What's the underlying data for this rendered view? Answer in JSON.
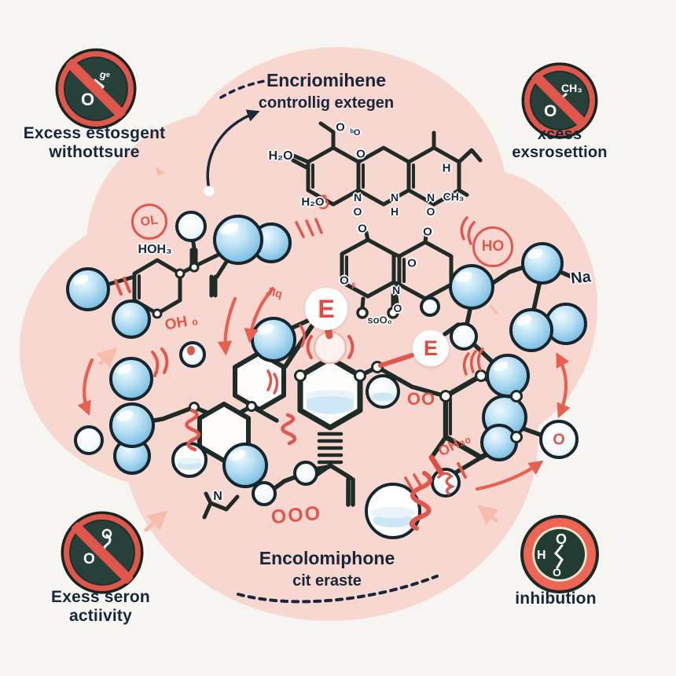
{
  "colors": {
    "background": "#f6f5f1",
    "blob_pink": "#f8d7d0",
    "bond_dark": "#1e2b26",
    "accent_red": "#e2574c",
    "text_navy": "#17263b",
    "sphere_blue": "#8cc8e8",
    "sign_red": "#e0564a",
    "sign_dark": "#27413a"
  },
  "signs": {
    "top_left": {
      "icon_o": "O",
      "icon_sup": "gᵉ",
      "label_line1": "Excess estosgent",
      "label_line2": "withottsure"
    },
    "top_right": {
      "icon_ch3": "CH₃",
      "icon_o": "O",
      "label_line1": "xcess",
      "label_line2": "exsrosettion"
    },
    "bottom_left": {
      "icon_o": "O",
      "label_line1": "Exess seron",
      "label_line2": "actiivity"
    },
    "bottom_right": {
      "icon_o_top": "O",
      "icon_h": "H",
      "icon_o_bottom": "O",
      "label_line1": "inhibution"
    }
  },
  "notes": {
    "top": {
      "line1": "Encriomihene",
      "line2": "controllig extegen"
    },
    "bottom": {
      "line1": "Encolomiphone",
      "line2": "cit eraste"
    }
  },
  "badges": {
    "e1": "E",
    "e2": "E"
  },
  "circles": {
    "ol": "OL",
    "ho": "HO"
  },
  "labels": {
    "hom": "HOH₃",
    "oh_left": "OH ₀",
    "na": "Na",
    "oo": "OO",
    "oh3o": "OH₃ₒ",
    "ooo": "OOO",
    "jiq": "JIq",
    "soo": "soO₀",
    "o_sphere": "O",
    "n_frag": "N",
    "mol1_h2o": "H₂O",
    "mol1_o_top": "O",
    "mol1_bo": "ᵇO",
    "mol1_o_mid": "O",
    "mol1_h_mid": "H",
    "mol1_ch3": "CH₃",
    "mol1_h2o_red": "H₂O",
    "mol1_n1": "N",
    "mol1_o1": "O",
    "mol1_n2": "N",
    "mol1_h1": "H",
    "mol1_n3": "N",
    "mol1_o2": "O",
    "mol2_o_a": "O",
    "mol2_o_b": "O",
    "mol2_o_left": "O",
    "mol2_b_red": "ᵦ",
    "mol2_o_mid": "O",
    "mol2_n": "N",
    "mol2_o_bot": "O"
  }
}
